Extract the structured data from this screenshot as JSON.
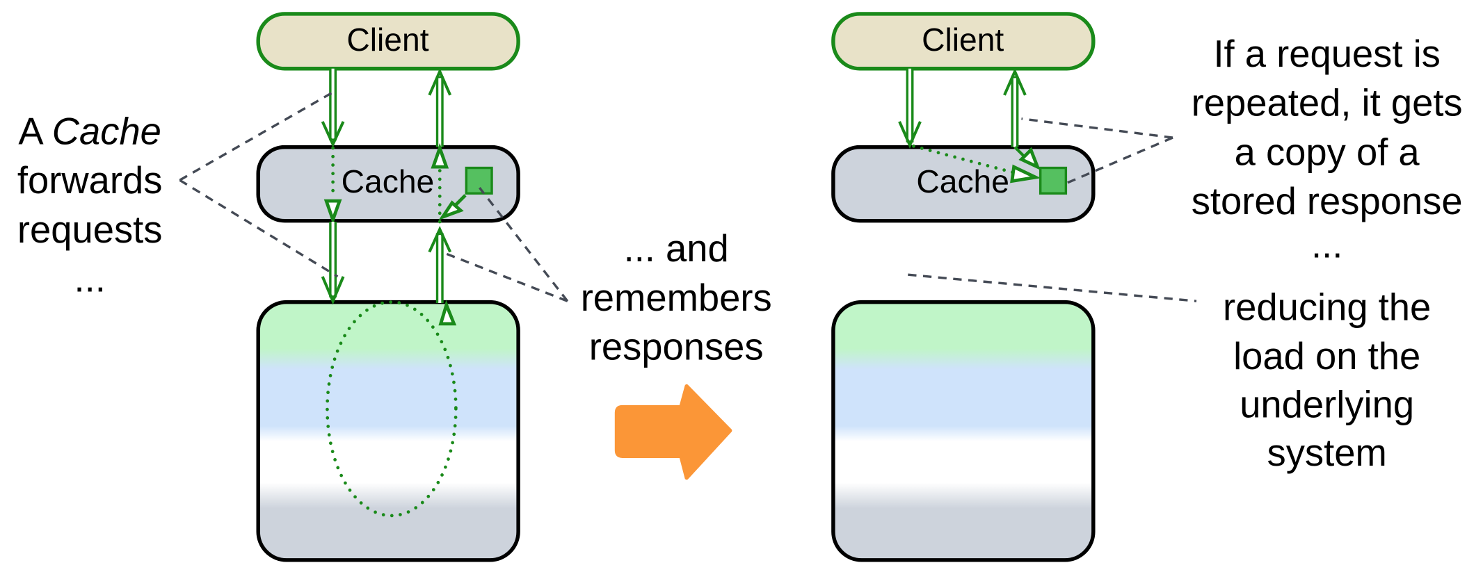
{
  "left": {
    "client_label": "Client",
    "cache_label": "Cache",
    "caption_lines": [
      "A ",
      "Cache",
      "forwards",
      "requests",
      "..."
    ]
  },
  "middle": {
    "caption_lines": [
      "... and",
      "remembers",
      "responses"
    ]
  },
  "right": {
    "client_label": "Client",
    "cache_label": "Cache",
    "caption_top_lines": [
      "If a request is",
      "repeated, it gets",
      "a copy of a",
      "stored response",
      "..."
    ],
    "caption_bottom_lines": [
      "reducing the",
      "load on the",
      "underlying",
      "system"
    ]
  },
  "colors": {
    "arrow_green": "#1a8a1a",
    "client_fill": "#e8e2c8",
    "cache_fill": "#cdd3dc",
    "stored_response": "#55c060",
    "transition_arrow": "#fb9637"
  }
}
